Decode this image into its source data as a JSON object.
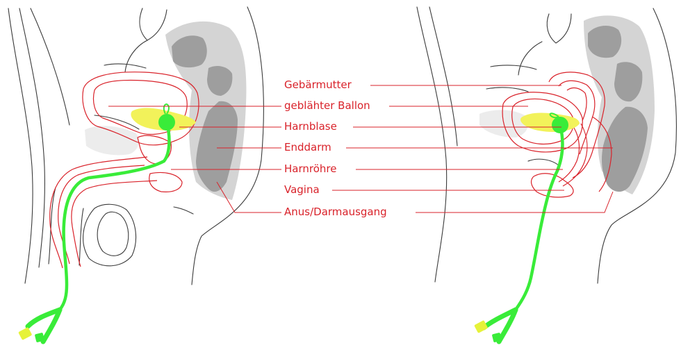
{
  "labels": [
    "Gebärmutter",
    "geblähter Ballon",
    "Harnblase",
    "Enddarm",
    "Harnröhre",
    "Vagina",
    "Anus/Darmausgang"
  ],
  "colors": {
    "label": "#d9222a",
    "leader": "#d9222a",
    "organ_outline": "#d9222a",
    "anatomy_line": "#3a3a3a",
    "rectum_fill": "#9e9e9e",
    "rectum_halo": "#d4d4d4",
    "bone_fill": "#ececec",
    "catheter": "#39ec39",
    "balloon": "#f2f25a",
    "catheter_tip": "#e6f23a"
  }
}
